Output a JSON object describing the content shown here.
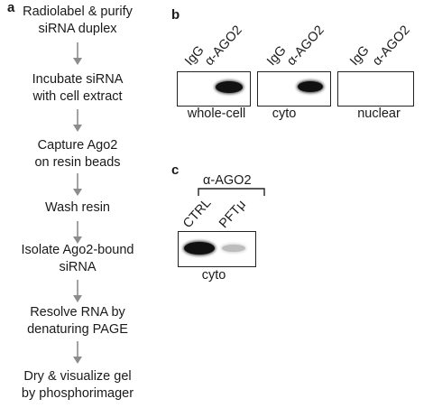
{
  "panel_a": {
    "letter": "a",
    "steps": [
      {
        "line1": "Radiolabel & purify",
        "line2": "siRNA duplex"
      },
      {
        "line1": "Incubate siRNA",
        "line2": "with cell extract"
      },
      {
        "line1": "Capture Ago2",
        "line2": "on resin beads"
      },
      {
        "line1": "Wash resin",
        "line2": ""
      },
      {
        "line1": "Isolate Ago2-bound",
        "line2": "siRNA"
      },
      {
        "line1": "Resolve RNA by",
        "line2": "denaturing PAGE"
      },
      {
        "line1": "Dry & visualize gel",
        "line2": "by phosphorimager"
      }
    ]
  },
  "panel_b": {
    "letter": "b",
    "blots": [
      {
        "caption": "whole-cell",
        "lane1": "IgG",
        "lane2": "α-AGO2",
        "band_lane2": true
      },
      {
        "caption": "cyto",
        "lane1": "IgG",
        "lane2": "α-AGO2",
        "band_lane2": true
      },
      {
        "caption": "nuclear",
        "lane1": "IgG",
        "lane2": "α-AGO2",
        "band_lane2": false
      }
    ]
  },
  "panel_c": {
    "letter": "c",
    "bracket_label": "α-AGO2",
    "lane1": "CTRL",
    "lane2": "PFTμ",
    "caption": "cyto"
  },
  "colors": {
    "arrow": "#8c8c8c",
    "band": "#111111",
    "border": "#222222"
  }
}
